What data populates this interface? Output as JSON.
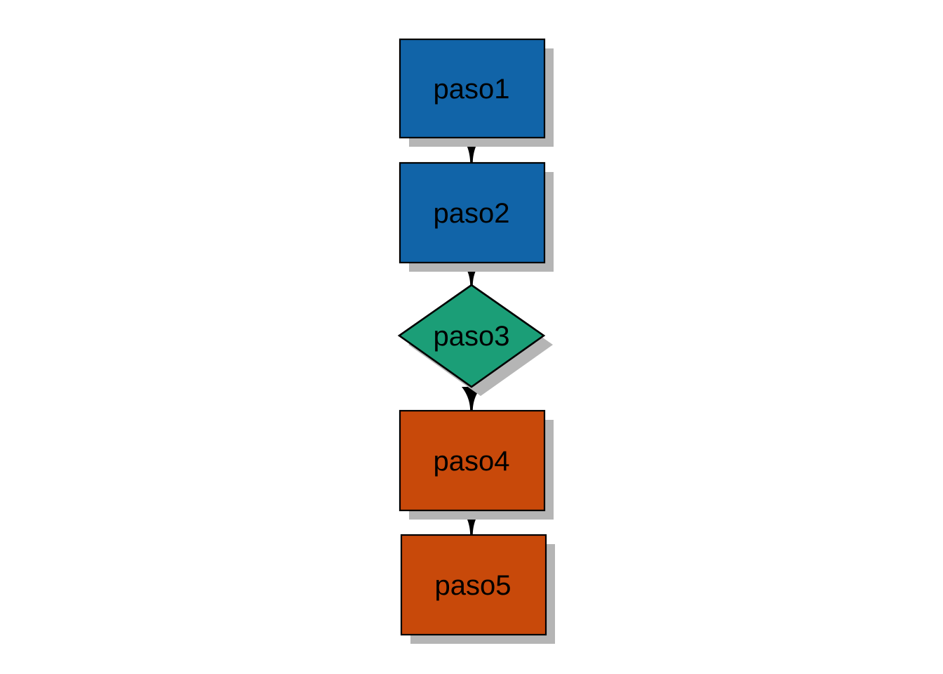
{
  "diagram": {
    "type": "flowchart",
    "background": "#ffffff",
    "nodes": [
      {
        "id": "paso1",
        "label": "paso1",
        "shape": "rect",
        "fill": "#1164a8"
      },
      {
        "id": "paso2",
        "label": "paso2",
        "shape": "rect",
        "fill": "#1164a8"
      },
      {
        "id": "paso3",
        "label": "paso3",
        "shape": "diamond",
        "fill": "#1b9e77"
      },
      {
        "id": "paso4",
        "label": "paso4",
        "shape": "rect",
        "fill": "#c8490a"
      },
      {
        "id": "paso5",
        "label": "paso5",
        "shape": "rect",
        "fill": "#c8490a"
      }
    ],
    "edges": [
      {
        "from": "paso1",
        "to": "paso2"
      },
      {
        "from": "paso2",
        "to": "paso3"
      },
      {
        "from": "paso3",
        "to": "paso4"
      },
      {
        "from": "paso4",
        "to": "paso5"
      }
    ],
    "style": {
      "shadow_color": "#b5b5b5",
      "border_color": "#000000",
      "text_color": "#000000",
      "arrow_color": "#000000"
    }
  }
}
